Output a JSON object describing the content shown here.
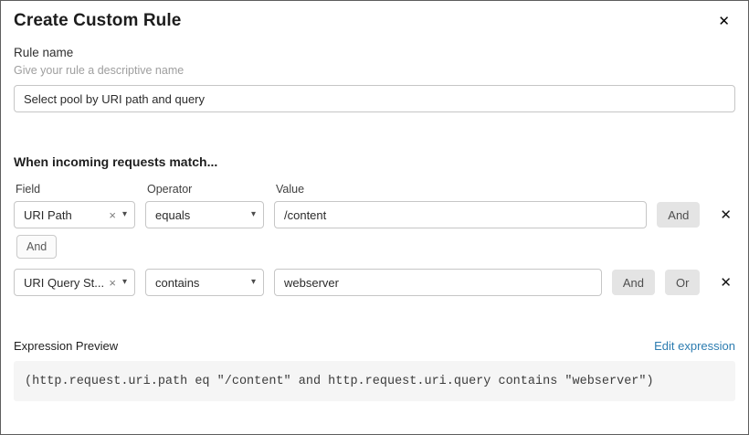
{
  "dialog": {
    "title": "Create Custom Rule"
  },
  "icons": {
    "close": "✕",
    "clear": "×",
    "caret": "▾",
    "remove": "✕"
  },
  "rule_name": {
    "label": "Rule name",
    "help": "Give your rule a descriptive name",
    "value": "Select pool by URI path and query"
  },
  "match_section": {
    "heading": "When incoming requests match...",
    "columns": {
      "field": "Field",
      "operator": "Operator",
      "value": "Value"
    },
    "connector_label": "And",
    "rows": [
      {
        "field": "URI Path",
        "operator": "equals",
        "value": "/content",
        "and_label": "And"
      },
      {
        "field": "URI Query St...",
        "operator": "contains",
        "value": "webserver",
        "and_label": "And",
        "or_label": "Or"
      }
    ]
  },
  "expression": {
    "label": "Expression Preview",
    "edit_link": "Edit expression",
    "code": "(http.request.uri.path eq \"/content\" and http.request.uri.query contains \"webserver\")"
  },
  "colors": {
    "link": "#2c7cb0",
    "button_bg": "#e4e4e4",
    "code_bg": "#f5f5f5",
    "input_border": "#c6c6c6"
  }
}
